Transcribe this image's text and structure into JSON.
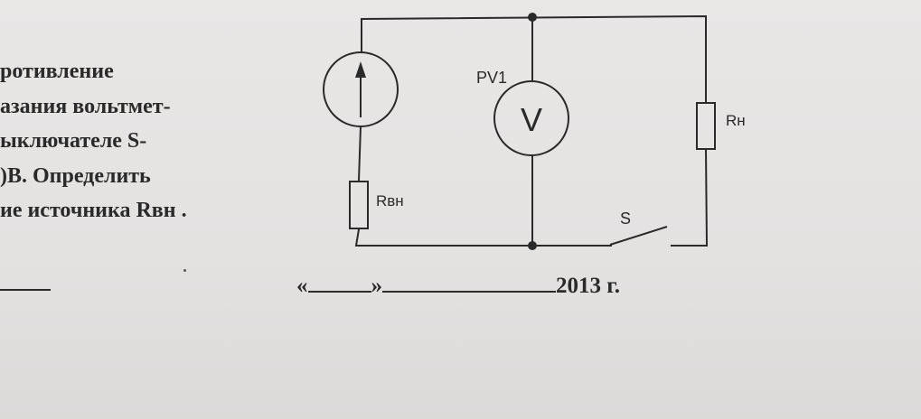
{
  "problem_text": {
    "lines": [
      "ротивление",
      "азания вольтмет-",
      "ыключателе S-",
      ")В. Определить",
      "ие источника Rвн ."
    ]
  },
  "circuit": {
    "voltmeter_label": "PV1",
    "voltmeter_symbol": "V",
    "internal_resistor_label": "Rвн",
    "load_resistor_label": "Rн",
    "switch_label": "S"
  },
  "date_line": {
    "open_quote": "«",
    "close_quote": "»",
    "year": "2013 г."
  }
}
